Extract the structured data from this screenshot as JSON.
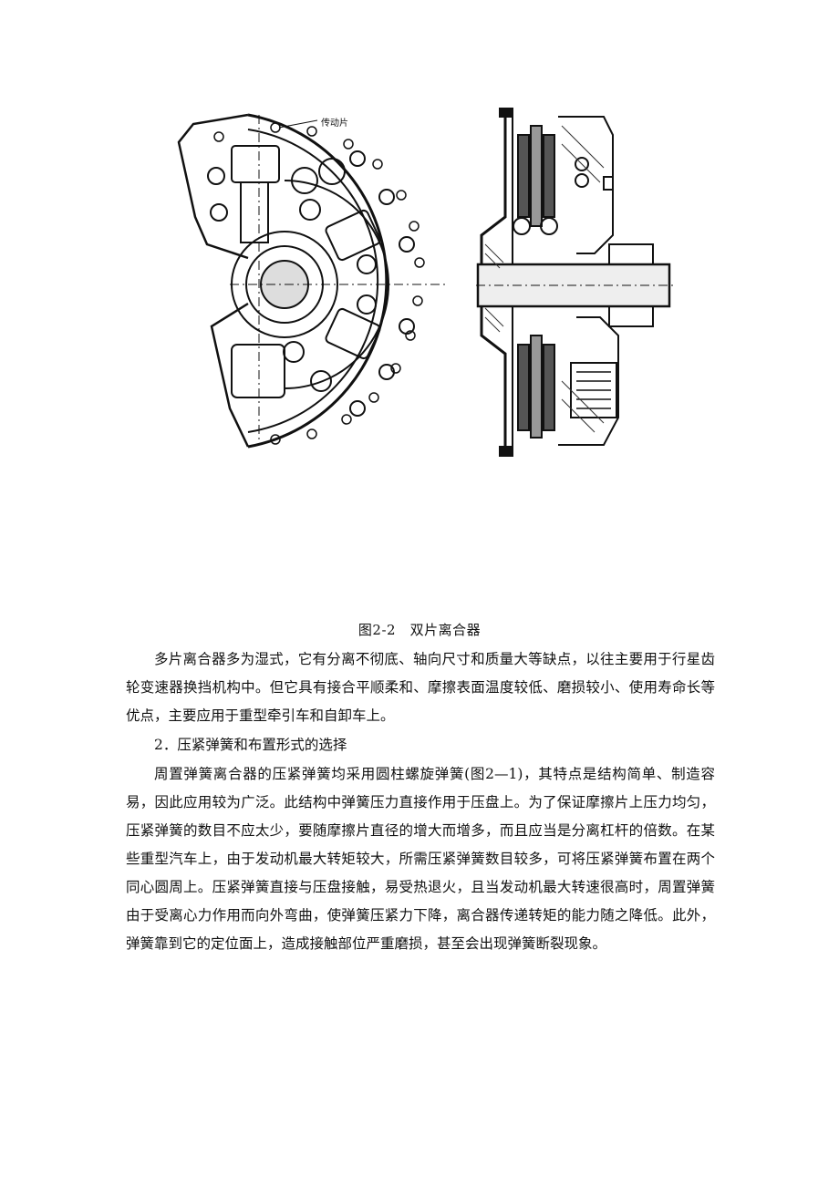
{
  "figure": {
    "annotation": "传动片",
    "caption": "图2-2　双片离合器"
  },
  "paragraph1": "多片离合器多为湿式，它有分离不彻底、轴向尺寸和质量大等缺点，以往主要用于行星齿轮变速器换挡机构中。但它具有接合平顺柔和、摩擦表面温度较低、磨损较小、使用寿命长等优点，主要应用于重型牵引车和自卸车上。",
  "heading2": "2．压紧弹簧和布置形式的选择",
  "paragraph2": "周置弹簧离合器的压紧弹簧均采用圆柱螺旋弹簧(图2—1)，其特点是结构简单、制造容易，因此应用较为广泛。此结构中弹簧压力直接作用于压盘上。为了保证摩擦片上压力均匀，压紧弹簧的数目不应太少，要随摩擦片直径的增大而增多，而且应当是分离杠杆的倍数。在某些重型汽车上，由于发动机最大转矩较大，所需压紧弹簧数目较多，可将压紧弹簧布置在两个同心圆周上。压紧弹簧直接与压盘接触，易受热退火，且当发动机最大转速很高时，周置弹簧由于受离心力作用而向外弯曲，使弹簧压紧力下降，离合器传递转矩的能力随之降低。此外，弹簧靠到它的定位面上，造成接触部位严重磨损，甚至会出现弹簧断裂现象。"
}
